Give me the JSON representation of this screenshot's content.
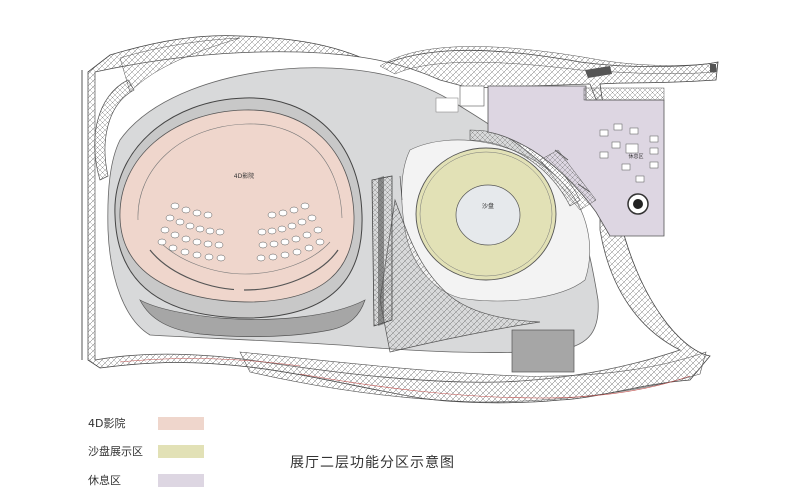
{
  "plan": {
    "cinema_label": "4D影院",
    "sandtable_label": "沙盘",
    "lounge_label": "休息区"
  },
  "legend": [
    {
      "label": "4D影院",
      "color": "#efd6cc"
    },
    {
      "label": "沙盘展示区",
      "color": "#e2e1b6"
    },
    {
      "label": "休息区",
      "color": "#ddd6e2"
    }
  ],
  "caption": "展厅二层功能分区示意图",
  "colors": {
    "cinema": "#efd6cc",
    "sandtable": "#e2e1b6",
    "lounge": "#ddd6e2",
    "corridor": "#d8d9da",
    "dark_band": "#a6a6a6",
    "line": "#555555"
  }
}
